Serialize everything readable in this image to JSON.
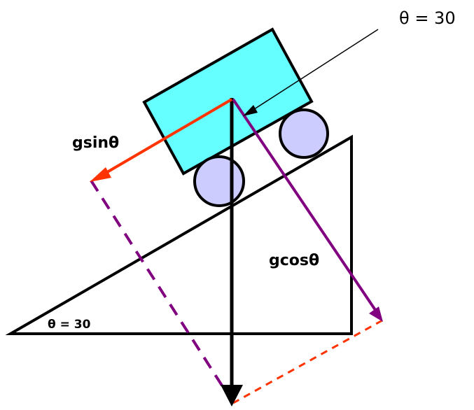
{
  "labels": {
    "top_angle": "θ = 30",
    "base_angle": "θ = 30",
    "tangential": "gsinθ",
    "normal": "gcosθ"
  },
  "colors": {
    "background": "#ffffff",
    "outline": "#000000",
    "cart_body": "#66ffff",
    "wheel": "#ccccff",
    "sin_vector": "#ff3300",
    "cos_vector": "#800080",
    "gravity_vector": "#000000"
  }
}
